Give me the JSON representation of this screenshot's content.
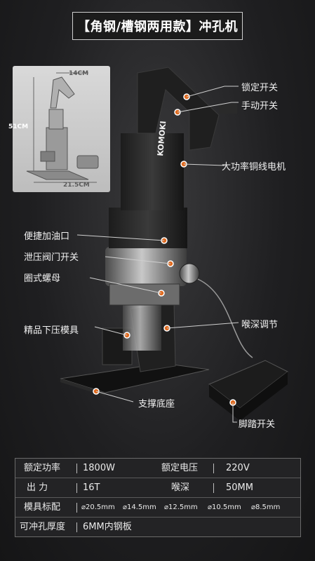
{
  "title": "【角钢/槽钢两用款】冲孔机",
  "dimensions": {
    "width": "14CM",
    "height": "51CM",
    "depth": "21.5CM"
  },
  "callouts": {
    "lock_switch": "锁定开关",
    "manual_switch": "手动开关",
    "motor": "大功率铜线电机",
    "oil_port": "便捷加油口",
    "relief_valve": "泄压阀门开关",
    "ring_nut": "圈式螺母",
    "die": "精品下压模具",
    "throat_adjust": "喉深调节",
    "base": "支撑底座",
    "foot_switch": "脚踏开关"
  },
  "brand": "KOMOKI",
  "specs": {
    "rated_power_label": "额定功率",
    "rated_power_value": "1800W",
    "rated_voltage_label": "额定电压",
    "rated_voltage_value": "220V",
    "output_label": "出 力",
    "output_value": "16T",
    "throat_label": "喉深",
    "throat_value": "50MM",
    "dies_label": "模具标配",
    "dies": [
      "⌀20.5mm",
      "⌀14.5mm",
      "⌀12.5mm",
      "⌀10.5mm",
      "⌀8.5mm"
    ],
    "thickness_label": "可冲孔厚度",
    "thickness_value": "6MM内钢板"
  },
  "colors": {
    "accent": "#e06a1e",
    "background": "#1f1f21"
  }
}
